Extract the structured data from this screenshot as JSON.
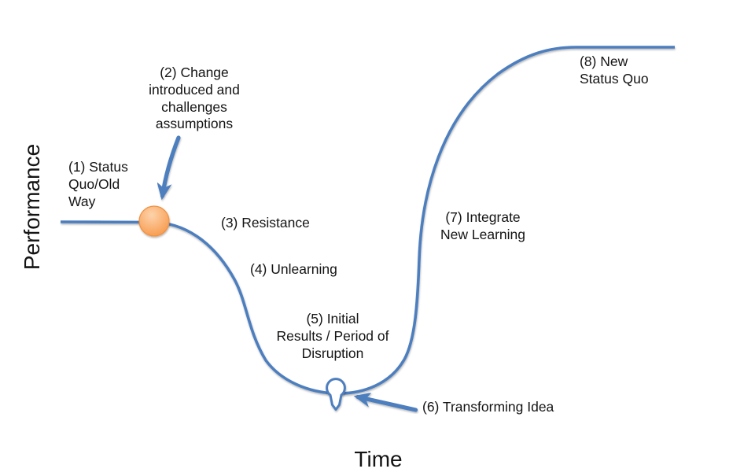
{
  "axes": {
    "y_label": "Performance",
    "x_label": "Time"
  },
  "colors": {
    "line": "#4D7EBE",
    "marker_fill": "#F79646",
    "marker_highlight": "#FDD3AB",
    "marker_stroke": "#EF9140",
    "bulb_fill": "#FFFFFF",
    "text": "#141414",
    "background": "#FFFFFF"
  },
  "icons": {
    "change_point": "orange-circle-marker",
    "transforming_idea": "lightbulb-icon",
    "change_pointer": "arrow-down-left",
    "idea_pointer": "arrow-up-left",
    "y_axis_end": "arrow-up",
    "x_axis_end": "arrow-right"
  },
  "stages": {
    "s1": {
      "lines": [
        "(1) Status",
        "Quo/Old",
        "Way"
      ]
    },
    "s2": {
      "lines": [
        "(2) Change",
        "introduced and",
        "challenges",
        "assumptions"
      ]
    },
    "s3": {
      "lines": [
        "(3) Resistance"
      ]
    },
    "s4": {
      "lines": [
        "(4) Unlearning"
      ]
    },
    "s5": {
      "lines": [
        "(5) Initial",
        "Results / Period of",
        "Disruption"
      ]
    },
    "s6": {
      "lines": [
        "(6) Transforming Idea"
      ]
    },
    "s7": {
      "lines": [
        "(7) Integrate",
        "New Learning"
      ]
    },
    "s8": {
      "lines": [
        "(8) New",
        "Status Quo"
      ]
    }
  }
}
